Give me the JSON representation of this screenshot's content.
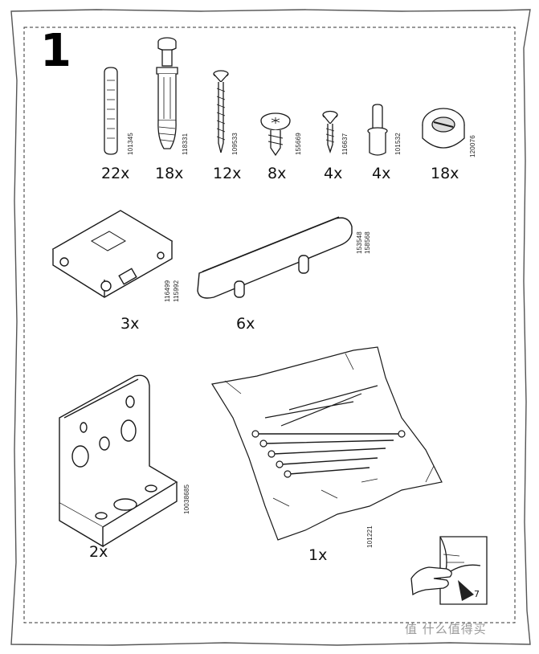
{
  "step": {
    "number": "1"
  },
  "parts_row1": [
    {
      "qty": "22x",
      "code": "101345",
      "icon": "wooden-dowel-icon"
    },
    {
      "qty": "18x",
      "code": "118331",
      "icon": "cam-bolt-icon"
    },
    {
      "qty": "12x",
      "code": "109533",
      "icon": "long-screw-icon"
    },
    {
      "qty": "8x",
      "code": "155669",
      "icon": "short-screw-icon"
    },
    {
      "qty": "4x",
      "code": "116637",
      "icon": "small-screw-icon"
    },
    {
      "qty": "4x",
      "code": "101532",
      "icon": "shelf-pin-icon"
    },
    {
      "qty": "18x",
      "code": "120076",
      "icon": "cam-lock-icon"
    }
  ],
  "parts_row2": [
    {
      "qty": "3x",
      "code_a": "116499",
      "code_b": "115992",
      "icon": "connector-block-icon"
    },
    {
      "qty": "6x",
      "code_a": "153548",
      "code_b": "158568",
      "icon": "handle-icon"
    }
  ],
  "parts_row3": [
    {
      "qty": "2x",
      "code": "10038685",
      "icon": "angle-bracket-icon"
    },
    {
      "qty": "1x",
      "code": "101221",
      "icon": "nail-bag-icon"
    }
  ],
  "footer": {
    "page_number": "7",
    "page_turn_icon": "page-turn-hand-icon"
  },
  "watermark": {
    "text": "值 什么值得买"
  },
  "colors": {
    "line": "#1a1a1a",
    "border": "#4a4a4a",
    "paper": "#ffffff",
    "watermark": "#9a9a9a"
  }
}
